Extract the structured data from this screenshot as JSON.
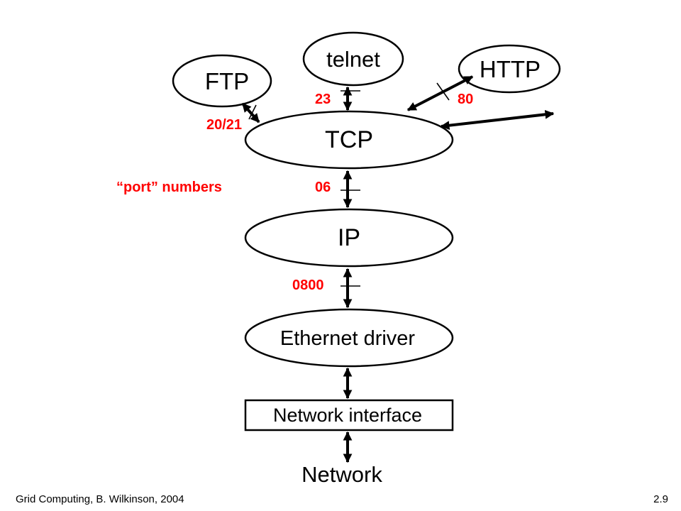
{
  "nodes": {
    "telnet": "telnet",
    "ftp": "FTP",
    "http": "HTTP",
    "tcp": "TCP",
    "ip": "IP",
    "ethernet": "Ethernet driver",
    "nic": "Network interface",
    "network": "Network"
  },
  "ports": {
    "telnet": "23",
    "ftp": "20/21",
    "http": "80",
    "tcp": "06",
    "ip": "0800",
    "caption": "“port” numbers"
  },
  "footer": {
    "left": "Grid Computing, B. Wilkinson, 2004",
    "right": "2.9"
  },
  "colors": {
    "port_label": "#ff0000",
    "stroke": "#000000",
    "background": "#ffffff"
  }
}
